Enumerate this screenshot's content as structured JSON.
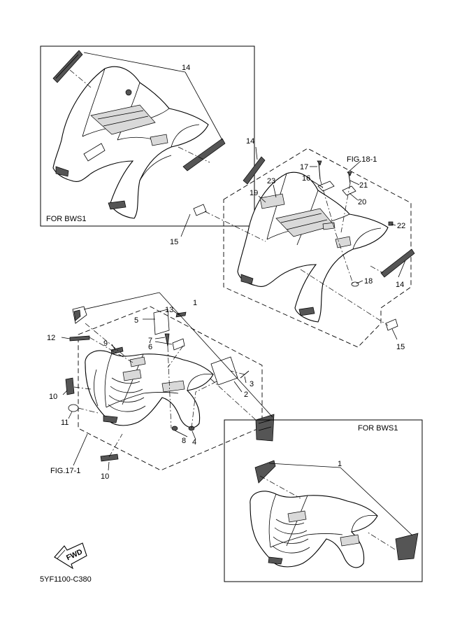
{
  "title_code": "5YF1100-C380",
  "panels": {
    "rear_bws1": {
      "label": "FOR  BWS1"
    },
    "front_bws1": {
      "label": "FOR  BWS1"
    }
  },
  "fig_refs": {
    "rear": "FIG.18-1",
    "front": "FIG.17-1"
  },
  "fwd_badge": "FWD",
  "callouts": {
    "c1_front": "1",
    "c1_bws1": "1",
    "c2": "2",
    "c3": "3",
    "c4": "4",
    "c5": "5",
    "c6": "6",
    "c7": "7",
    "c8": "8",
    "c9": "9",
    "c10_upper": "10",
    "c10_lower": "10",
    "c11": "11",
    "c12": "12",
    "c13": "13",
    "c14_bws1": "14",
    "c14_left": "14",
    "c14_right": "14",
    "c15_left": "15",
    "c15_right": "15",
    "c16": "16",
    "c17": "17",
    "c18": "18",
    "c19": "19",
    "c20": "20",
    "c21": "21",
    "c22": "22",
    "c23": "23"
  }
}
